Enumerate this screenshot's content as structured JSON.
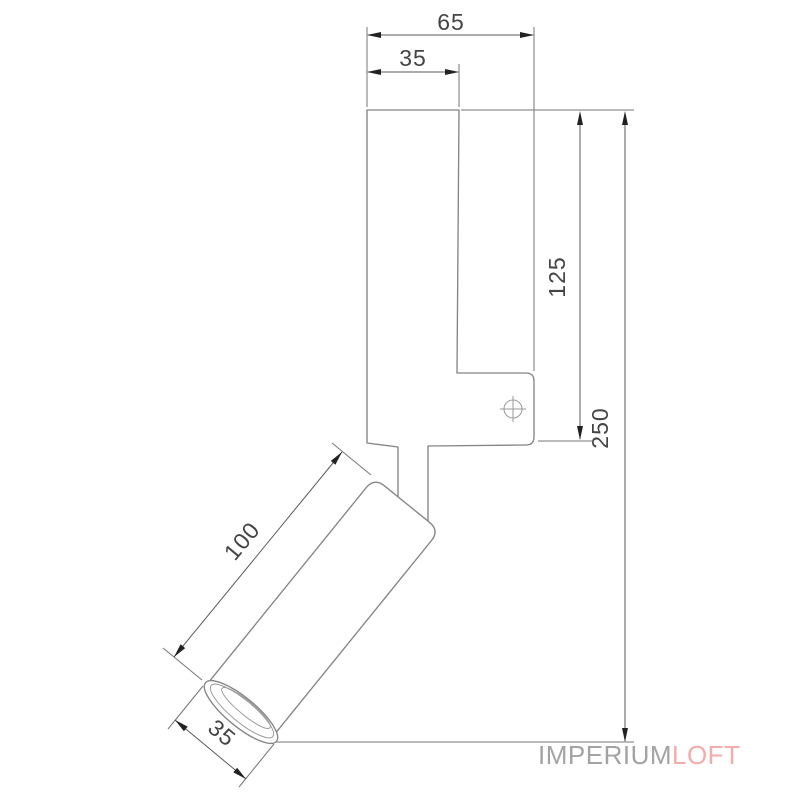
{
  "drawing": {
    "title": "wall-spot-lamp-dimension-drawing",
    "dimensions": {
      "bracket_total_width": "65",
      "bracket_plate_width": "35",
      "bracket_lower_height": "125",
      "overall_height": "250",
      "spot_length": "100",
      "spot_diameter": "35"
    },
    "watermark": {
      "gray_part": "IMPERIUM",
      "accent_part": "LOFT"
    },
    "colors": {
      "outline": "#858585",
      "dimension_line": "#5a5a5a",
      "arrow": "#222222",
      "dimension_text": "#444444",
      "watermark_gray": "#9a9a9a",
      "watermark_accent": "#f2a3a3",
      "background": "#ffffff"
    }
  }
}
